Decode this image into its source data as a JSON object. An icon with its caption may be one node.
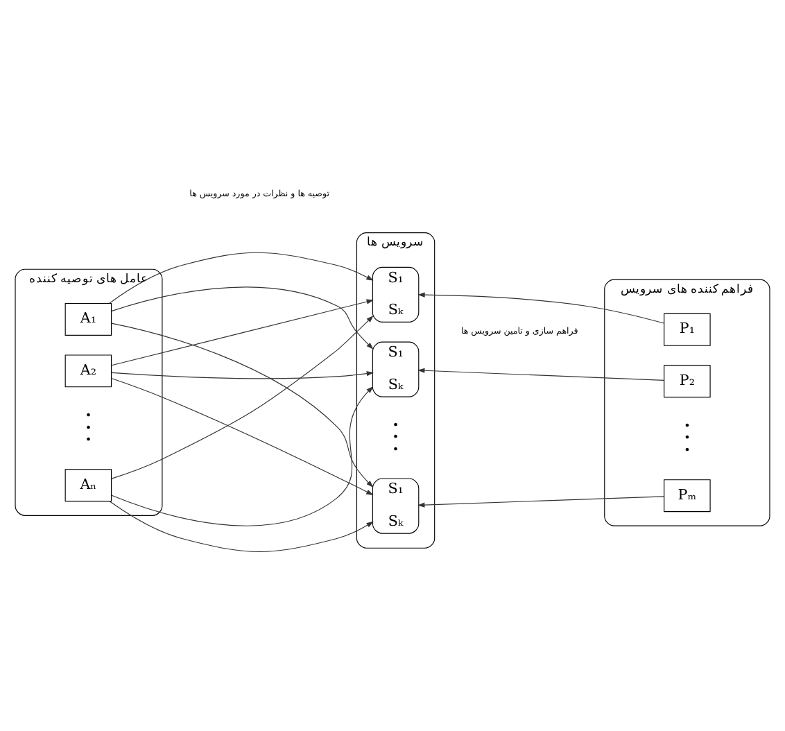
{
  "diagram": {
    "nodes": [
      {
        "text": [
          "عامل های توصیه کننده"
        ]
      },
      {
        "text": [
          "A₁"
        ],
        "in": 0
      },
      {
        "text": [
          "A₂"
        ],
        "in": 0
      },
      {
        "text": [
          "Aₙ"
        ],
        "in": 0
      },
      {
        "text": [
          "سرویس ها"
        ]
      },
      {
        "text": [
          "S₁",
          "Sₖ"
        ],
        "in": 4
      },
      {
        "text": [
          "S₁",
          "Sₖ"
        ],
        "in": 4
      },
      {
        "text": [
          "S₁",
          "Sₖ"
        ],
        "in": 4
      },
      {
        "text": [
          "فراهم کننده های سرویس"
        ]
      },
      {
        "text": [
          "P₁"
        ],
        "in": 8
      },
      {
        "text": [
          "P₂"
        ],
        "in": 8
      },
      {
        "text": [
          "Pₘ"
        ],
        "in": 8
      }
    ],
    "edges": [
      {
        "from": 1,
        "to": 5,
        "arrow": "to"
      },
      {
        "from": 1,
        "to": 6,
        "arrow": "to"
      },
      {
        "from": 1,
        "to": 7,
        "arrow": "to"
      },
      {
        "from": 2,
        "to": 5,
        "arrow": "to"
      },
      {
        "from": 2,
        "to": 6,
        "arrow": "to"
      },
      {
        "from": 2,
        "to": 7,
        "arrow": "to"
      },
      {
        "from": 3,
        "to": 5,
        "arrow": "to"
      },
      {
        "from": 3,
        "to": 6,
        "arrow": "to"
      },
      {
        "from": 3,
        "to": 7,
        "arrow": "to"
      },
      {
        "from": 9,
        "to": 5,
        "arrow": "to"
      },
      {
        "from": 10,
        "to": 6,
        "arrow": "to"
      },
      {
        "from": 11,
        "to": 7,
        "arrow": "to"
      }
    ],
    "labels": [
      "توصیه ها و نظرات در مورد سرویس ها",
      "فراهم سازی و تامین سرویس ها",
      "•\n•\n•",
      "•\n•\n•",
      "•\n•\n•"
    ]
  }
}
